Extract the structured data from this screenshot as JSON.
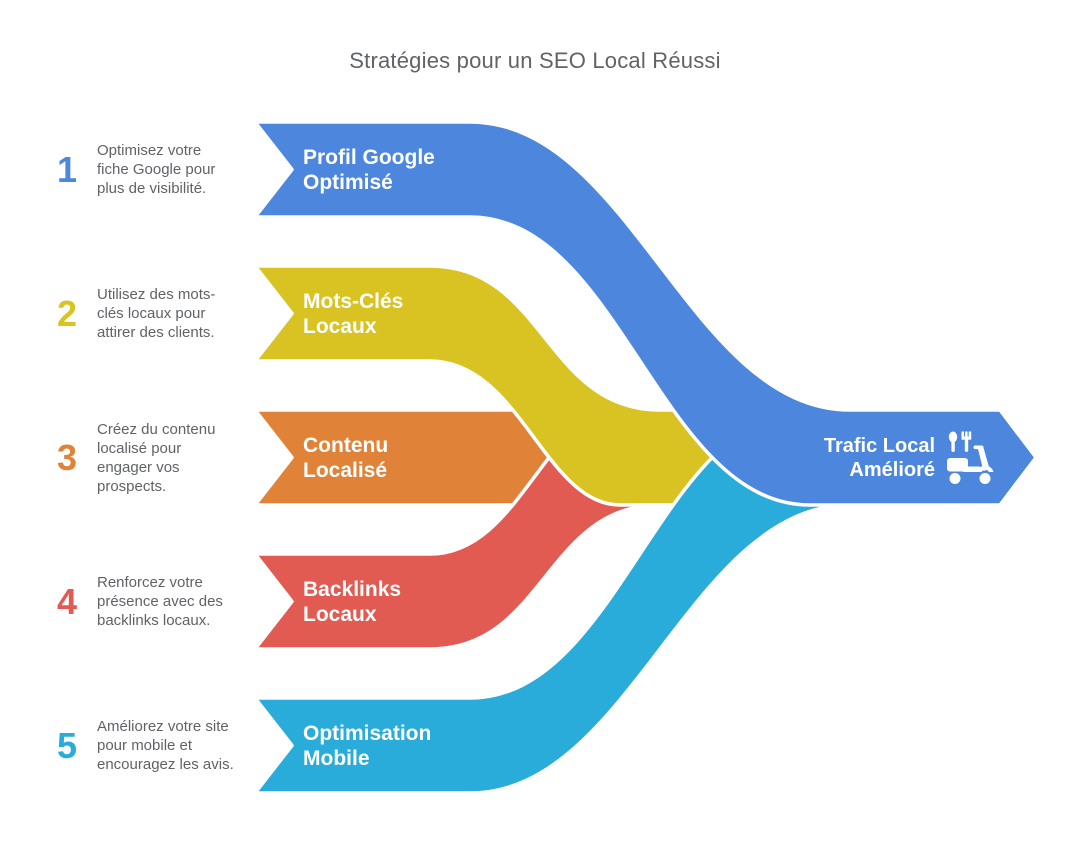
{
  "title": "Stratégies pour un SEO Local Réussi",
  "steps": [
    {
      "number": "1",
      "color": "#4c86dd",
      "description": "Optimisez votre fiche Google pour plus de visibilité.",
      "band_label_lines": [
        "Profil Google",
        "Optimisé"
      ]
    },
    {
      "number": "2",
      "color": "#d9c322",
      "description": "Utilisez des mots-clés locaux pour attirer des clients.",
      "band_label_lines": [
        "Mots-Clés",
        "Locaux"
      ]
    },
    {
      "number": "3",
      "color": "#e08338",
      "description": "Créez du contenu localisé pour engager vos prospects.",
      "band_label_lines": [
        "Contenu",
        "Localisé"
      ]
    },
    {
      "number": "4",
      "color": "#e25b53",
      "description": "Renforcez votre présence avec des backlinks locaux.",
      "band_label_lines": [
        "Backlinks",
        "Locaux"
      ]
    },
    {
      "number": "5",
      "color": "#29acd9",
      "description": "Améliorez votre site pour mobile et encouragez les avis.",
      "band_label_lines": [
        "Optimisation",
        "Mobile"
      ]
    }
  ],
  "result": {
    "label_lines": [
      "Trafic Local",
      "Amélioré"
    ],
    "icon": "food-delivery-scooter-icon",
    "color": "#4c86dd"
  },
  "colors": {
    "title_text": "#5f6368",
    "description_text": "#5f6368",
    "band_label_text": "#ffffff",
    "band_outline": "#ffffff",
    "background": "#ffffff"
  }
}
